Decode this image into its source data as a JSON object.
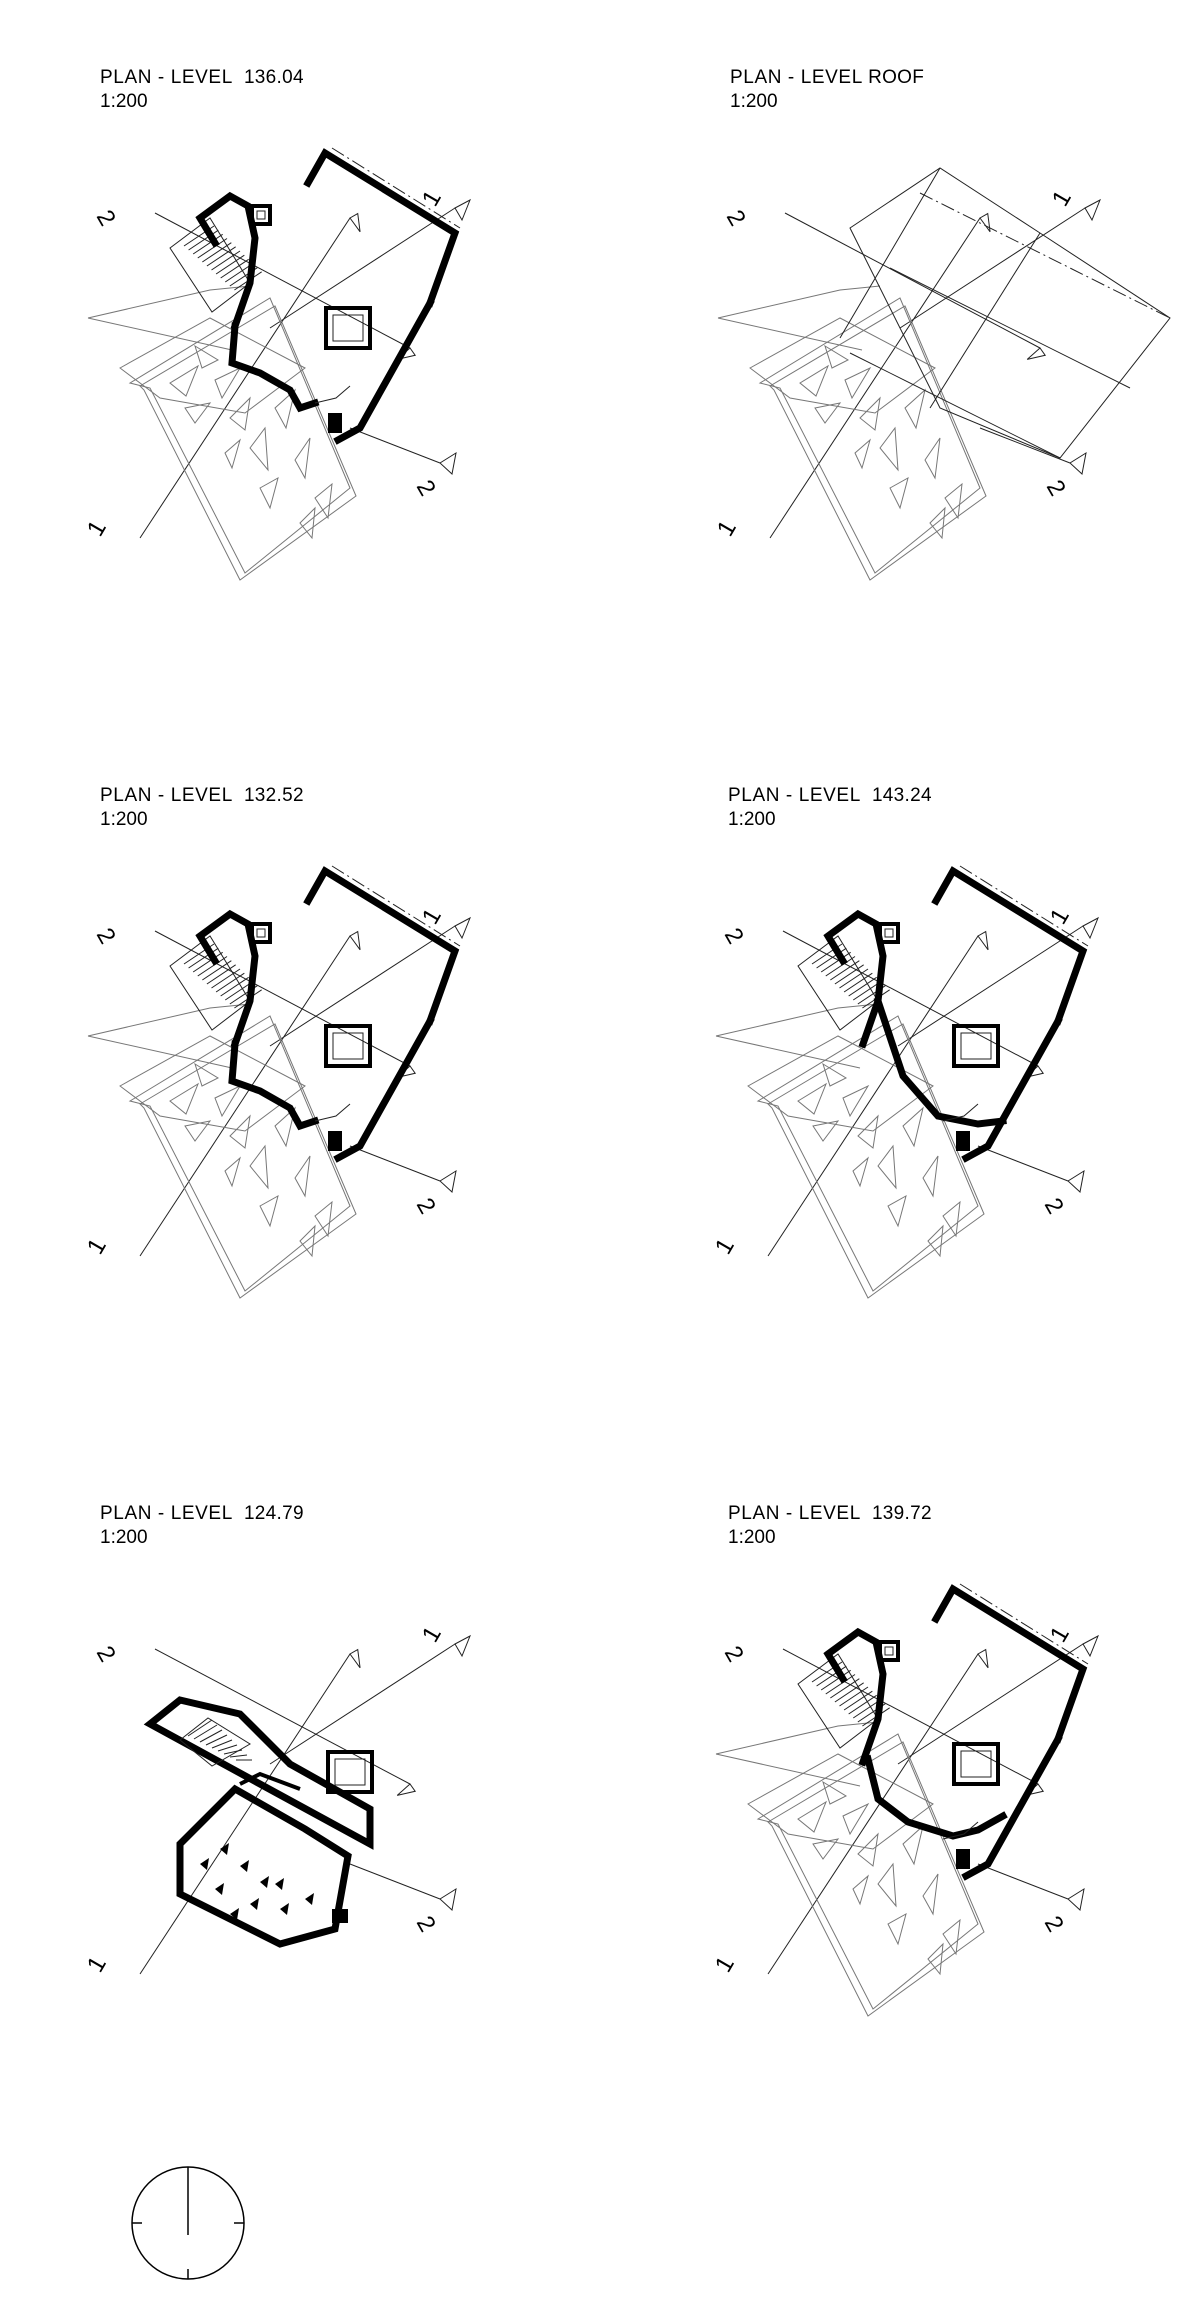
{
  "panels": [
    {
      "id": "p1",
      "title": "PLAN - LEVEL",
      "level": "136.04",
      "scale": "1:200",
      "variant": "std",
      "shape": "a"
    },
    {
      "id": "p2",
      "title": "PLAN - LEVEL",
      "level": "ROOF",
      "scale": "1:200",
      "variant": "roof",
      "shape": "a"
    },
    {
      "id": "p3",
      "title": "PLAN - LEVEL",
      "level": "132.52",
      "scale": "1:200",
      "variant": "std",
      "shape": "a"
    },
    {
      "id": "p4",
      "title": "PLAN - LEVEL",
      "level": "143.24",
      "scale": "1:200",
      "variant": "std",
      "shape": "b"
    },
    {
      "id": "p5",
      "title": "PLAN - LEVEL",
      "level": "124.79",
      "scale": "1:200",
      "variant": "base",
      "shape": "c"
    },
    {
      "id": "p6",
      "title": "PLAN - LEVEL",
      "level": "139.72",
      "scale": "1:200",
      "variant": "std",
      "shape": "d"
    }
  ],
  "section_marks": {
    "a": "1",
    "b": "2"
  },
  "north_arrow": {
    "icon": "north-arrow-icon"
  }
}
